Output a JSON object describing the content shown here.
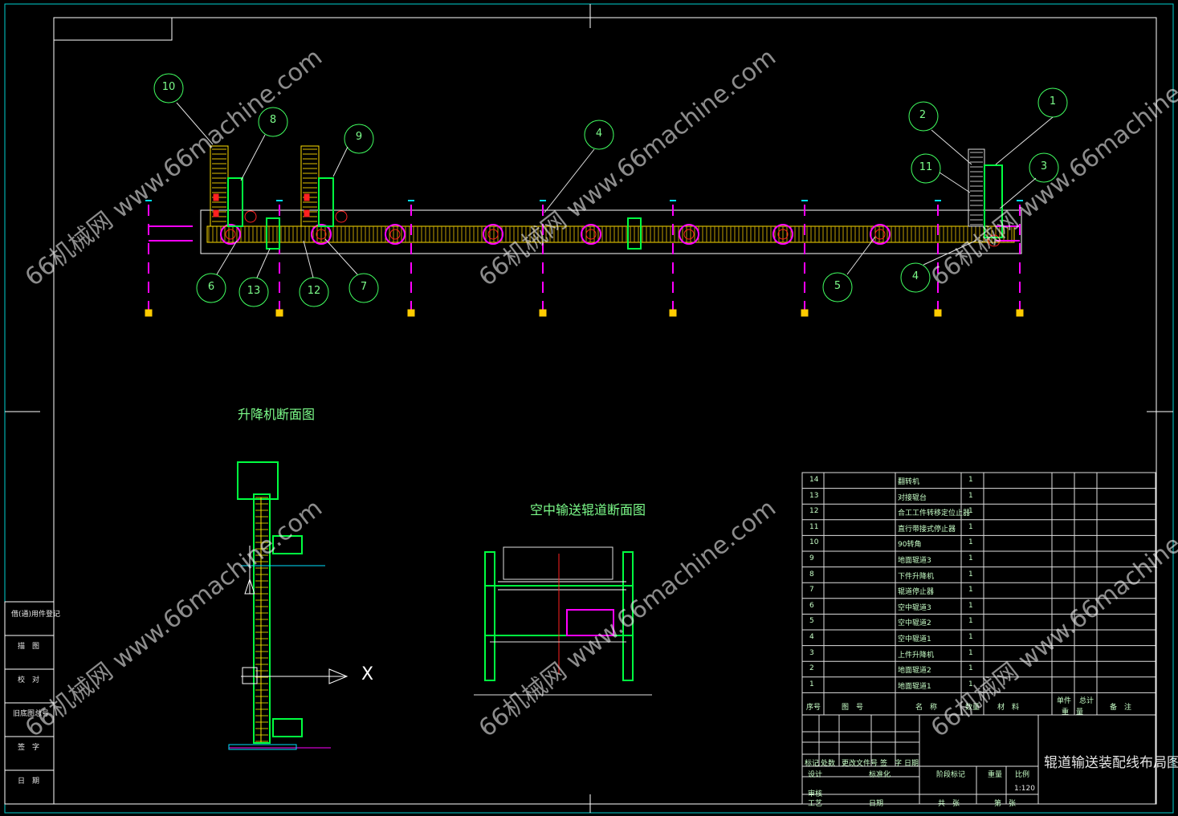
{
  "drawing_title": "辊道输送装配线布局图",
  "scale": "1:120",
  "views": {
    "lift_section": "升降机断面图",
    "aerial_roller_section": "空中输送辊道断面图",
    "axis_x": "X"
  },
  "balloons": [
    "1",
    "2",
    "3",
    "4",
    "5",
    "6",
    "7",
    "8",
    "9",
    "10",
    "11",
    "12",
    "13",
    "4"
  ],
  "parts": [
    {
      "no": "14",
      "name": "翻转机",
      "qty": "1"
    },
    {
      "no": "13",
      "name": "对接辊台",
      "qty": "1"
    },
    {
      "no": "12",
      "name": "合工工件转移定位止器",
      "qty": "1"
    },
    {
      "no": "11",
      "name": "直行带接式停止器",
      "qty": "1"
    },
    {
      "no": "10",
      "name": "90转角",
      "qty": "1"
    },
    {
      "no": "9",
      "name": "地面辊道3",
      "qty": "1"
    },
    {
      "no": "8",
      "name": "下件升降机",
      "qty": "1"
    },
    {
      "no": "7",
      "name": "辊道停止器",
      "qty": "1"
    },
    {
      "no": "6",
      "name": "空中辊道3",
      "qty": "1"
    },
    {
      "no": "5",
      "name": "空中辊道2",
      "qty": "1"
    },
    {
      "no": "4",
      "name": "空中辊道1",
      "qty": "1"
    },
    {
      "no": "3",
      "name": "上件升降机",
      "qty": "1"
    },
    {
      "no": "2",
      "name": "地面辊道2",
      "qty": "1"
    },
    {
      "no": "1",
      "name": "地面辊道1",
      "qty": "1"
    }
  ],
  "parts_header": {
    "seq": "序号",
    "code": "图　号",
    "name": "名　称",
    "qty": "数量",
    "material": "材　料",
    "unit": "单件",
    "total": "总计",
    "weight": "重　量",
    "remark": "备　注"
  },
  "title_block": {
    "mark": "标记",
    "count": "处数",
    "change_file": "更改文件号",
    "sign": "签　字",
    "date": "日期",
    "designer": "设计",
    "standard": "标准化",
    "stage_mark": "阶段标记",
    "weight": "重量",
    "scale_label": "比例",
    "review": "审核",
    "process": "工艺",
    "approve": "日期",
    "total_sheets": "共　张",
    "sheet": "第　张"
  },
  "side_block": [
    "借(通)用件登记",
    "描　图",
    "校　对",
    "旧底图总号",
    "签　字",
    "日　期"
  ],
  "watermark": "66机械网 www.66machine.com",
  "colors": {
    "frame": "#ffffff",
    "border_cyan": "#00d0d0",
    "magenta": "#ff00ff",
    "green": "#00ff40",
    "yellow": "#ffe000",
    "red": "#ff2020",
    "bubble": "#40ff60"
  }
}
